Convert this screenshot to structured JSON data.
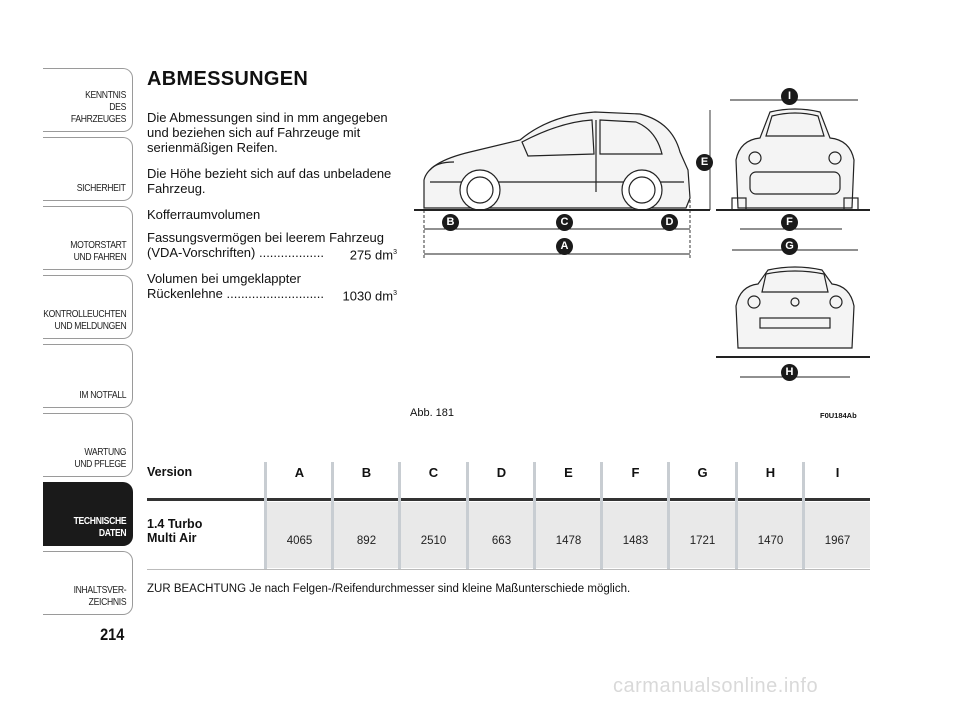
{
  "sidebar": {
    "tabs": [
      {
        "label": "KENNTNIS\nDES FAHRZEUGES",
        "active": false
      },
      {
        "label": "SICHERHEIT",
        "active": false
      },
      {
        "label": "MOTORSTART\nUND FAHREN",
        "active": false
      },
      {
        "label": "KONTROLLEUCHTEN\nUND MELDUNGEN",
        "active": false
      },
      {
        "label": "IM NOTFALL",
        "active": false
      },
      {
        "label": "WARTUNG\nUND PFLEGE",
        "active": false
      },
      {
        "label": "TECHNISCHE\nDATEN",
        "active": true
      },
      {
        "label": "INHALTSVER-\nZEICHNIS",
        "active": false
      }
    ],
    "page_number": "214"
  },
  "section": {
    "title": "ABMESSUNGEN",
    "intro": "Die Abmessungen sind in mm angegeben und beziehen sich auf Fahrzeuge mit serienmäßigen Reifen.",
    "height_note": "Die Höhe bezieht sich auf das unbeladene Fahrzeug.",
    "trunk_heading": "Kofferraumvolumen",
    "capacity_label_1": "Fassungsvermögen bei leerem Fahrzeug",
    "capacity_label_2": "(VDA-Vorschriften) ..................",
    "capacity_value": "275 dm",
    "folded_label_1": "Volumen bei umgeklappter",
    "folded_label_2": "Rückenlehne ...........................",
    "folded_value": "1030 dm",
    "unit_exponent": "3"
  },
  "figure": {
    "caption": "Abb. 181",
    "code": "F0U184Ab",
    "markers": [
      "A",
      "B",
      "C",
      "D",
      "E",
      "F",
      "G",
      "H",
      "I"
    ]
  },
  "table": {
    "version_header": "Version",
    "columns": [
      "A",
      "B",
      "C",
      "D",
      "E",
      "F",
      "G",
      "H",
      "I"
    ],
    "rows": [
      {
        "version_line1": "1.4 Turbo",
        "version_line2": "Multi Air",
        "values": [
          "4065",
          "892",
          "2510",
          "663",
          "1478",
          "1483",
          "1721",
          "1470",
          "1967"
        ]
      }
    ]
  },
  "note": "ZUR BEACHTUNG Je nach Felgen-/Reifendurchmesser sind kleine Maßunterschiede möglich.",
  "watermark": "carmanualsonline.info"
}
